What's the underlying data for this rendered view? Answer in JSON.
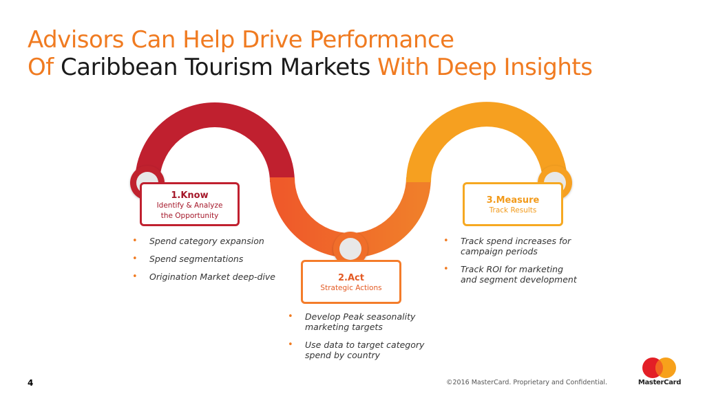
{
  "title": {
    "line1": "Advisors Can Help Drive Performance",
    "line2_prefix": "Of",
    "line2_middle": "Caribbean Tourism Markets",
    "line2_suffix": "With Deep Insights"
  },
  "steps": {
    "know": {
      "label": "1.Know",
      "desc_line1": "Identify & Analyze",
      "desc_line2": "the Opportunity",
      "color": "#c0202f",
      "bullets": [
        "Spend category expansion",
        "Spend segmentations",
        "Origination Market deep-dive"
      ]
    },
    "act": {
      "label": "2.Act",
      "desc_line1": "Strategic Actions",
      "color": "#f06a28",
      "bullets": [
        "Develop Peak seasonality marketing targets",
        "Use data to target category spend by country"
      ]
    },
    "measure": {
      "label": "3.Measure",
      "desc_line1": "Track Results",
      "color": "#f6a821",
      "bullets": [
        "Track spend increases for campaign periods",
        "Track ROI for marketing and segment development"
      ]
    }
  },
  "footer": {
    "page_number": "4",
    "copyright": "©2016 MasterCard. Proprietary and Confidential.",
    "logo_text": "MasterCard"
  },
  "colors": {
    "accent": "#f07b21",
    "logo_red": "#e31f26",
    "logo_yellow": "#f7a11b"
  },
  "icons": [
    "bullet-dot",
    "mastercard-logo"
  ]
}
